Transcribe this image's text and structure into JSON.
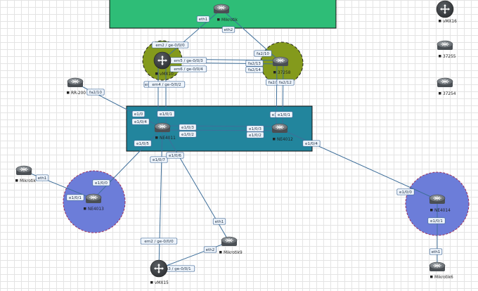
{
  "colors": {
    "green_area": "#2ebd77",
    "teal_area": "#22859d",
    "olive_circle": "#849a1c",
    "blue_circle": "#6c7dd9",
    "link": "#3f6f9a",
    "router_gray": "#6d7277",
    "juniper_dark": "#3c3f42"
  },
  "nodes": [
    {
      "id": "Mikrotik_top",
      "name": "Mikrotik",
      "icon": "router-icon"
    },
    {
      "id": "vMX10",
      "name": "vMX10",
      "icon": "juniper-router-icon"
    },
    {
      "id": "37258",
      "name": "37258",
      "icon": "router-icon"
    },
    {
      "id": "RR-200",
      "name": "RR-200",
      "icon": "router-icon"
    },
    {
      "id": "NE4011",
      "name": "NE4011",
      "icon": "router-icon"
    },
    {
      "id": "NE4012",
      "name": "NE4012",
      "icon": "router-icon"
    },
    {
      "id": "NE4013",
      "name": "NE4013",
      "icon": "router-icon"
    },
    {
      "id": "NE4014",
      "name": "NE4014",
      "icon": "router-icon"
    },
    {
      "id": "Mikrotik_left",
      "name": "Mikrotik",
      "icon": "router-icon"
    },
    {
      "id": "Mikrotik9",
      "name": "Mikrotik9",
      "icon": "router-icon"
    },
    {
      "id": "vMX15",
      "name": "vMX15",
      "icon": "juniper-router-icon"
    },
    {
      "id": "Mikrotik6",
      "name": "Mikrotik6",
      "icon": "router-icon"
    },
    {
      "id": "vMX16",
      "name": "vMX16",
      "icon": "juniper-router-icon"
    },
    {
      "id": "37255",
      "name": "37255",
      "icon": "router-icon"
    },
    {
      "id": "37254",
      "name": "37254",
      "icon": "router-icon"
    }
  ],
  "links": [
    {
      "from": "Mikrotik_top",
      "to": "vMX10",
      "from_label": "eth1",
      "to_label": "em2 / ge-0/0/0"
    },
    {
      "from": "Mikrotik_top",
      "to": "37258",
      "from_label": "eth2",
      "to_label": "fa2/10"
    },
    {
      "from": "vMX10",
      "to": "37258",
      "from_label": "em5 / ge-0/0/3",
      "to_label": "fa2/13"
    },
    {
      "from": "vMX10",
      "to": "37258",
      "from_label": "em6 / ge-0/0/4",
      "to_label": "fa2/14"
    },
    {
      "from": "vMX10",
      "to": "NE4011",
      "from_label": "em3",
      "to_label": "e1/0"
    },
    {
      "from": "vMX10",
      "to": "NE4011",
      "from_label": "em4 / ge-0/0/2",
      "to_label": "e1/0/1"
    },
    {
      "from": "37258",
      "to": "NE4012",
      "from_label": "fa2/1",
      "to_label": "e1/0"
    },
    {
      "from": "37258",
      "to": "NE4012",
      "from_label": "fa2/12",
      "to_label": "e1/0/1"
    },
    {
      "from": "RR-200",
      "to": "NE4011",
      "from_label": "fa2/10",
      "to_label": "e1/0/4"
    },
    {
      "from": "NE4011",
      "to": "NE4012",
      "from_label": "e1/0/3",
      "to_label": "e1/0/3"
    },
    {
      "from": "NE4011",
      "to": "NE4012",
      "from_label": "e1/0/2",
      "to_label": "e1/0/2"
    },
    {
      "from": "NE4011",
      "to": "NE4013",
      "from_label": "e1/0/5",
      "to_label": "e1/0/0"
    },
    {
      "from": "NE4011",
      "to": "vMX15",
      "from_label": "e1/0/7",
      "to_label": "em2 / ge-0/0/0"
    },
    {
      "from": "NE4011",
      "to": "Mikrotik9",
      "from_label": "e1/0/6",
      "to_label": "eth1"
    },
    {
      "from": "NE4012",
      "to": "NE4014",
      "from_label": "e1/0/4",
      "to_label": "e1/0/0"
    },
    {
      "from": "Mikrotik_left",
      "to": "NE4013",
      "from_label": "eth1",
      "to_label": "e1/0/1"
    },
    {
      "from": "vMX15",
      "to": "Mikrotik9",
      "from_label": "em3 / ge-0/0/1",
      "to_label": "eth2"
    },
    {
      "from": "NE4014",
      "to": "Mikrotik6",
      "from_label": "e1/0/1",
      "to_label": "eth1"
    }
  ]
}
